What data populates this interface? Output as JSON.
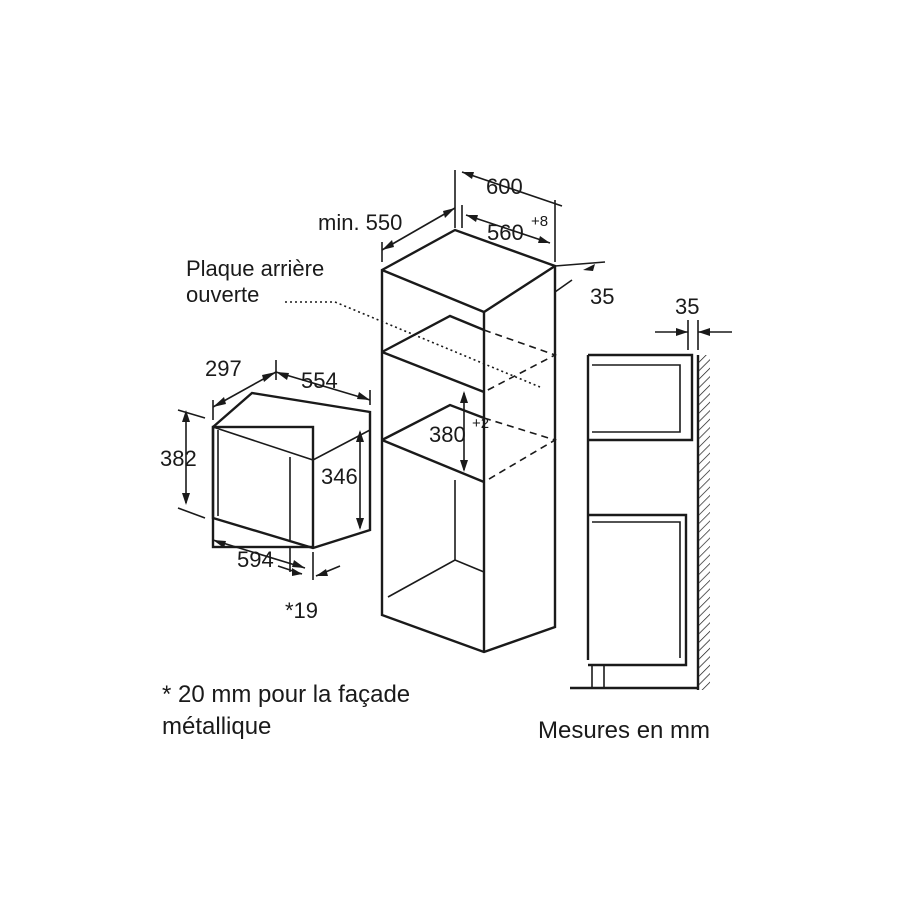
{
  "dimensions": {
    "cabinet_width": "600",
    "cabinet_depth_min": "min. 550",
    "niche_width": "560",
    "niche_width_tolerance": "+8",
    "cabinet_wall_offset": "35",
    "side_wall_offset": "35",
    "microwave_depth": "297",
    "microwave_body_width": "554",
    "microwave_height": "382",
    "microwave_inner_height": "346",
    "microwave_width": "594",
    "microwave_front_thickness": "*19",
    "niche_height": "380",
    "niche_height_tolerance": "+2"
  },
  "labels": {
    "open_back_panel_line1": "Plaque arrière",
    "open_back_panel_line2": "ouverte",
    "footnote_line1": "* 20 mm pour la façade",
    "footnote_line2": "métallique",
    "units_note": "Mesures en mm"
  }
}
